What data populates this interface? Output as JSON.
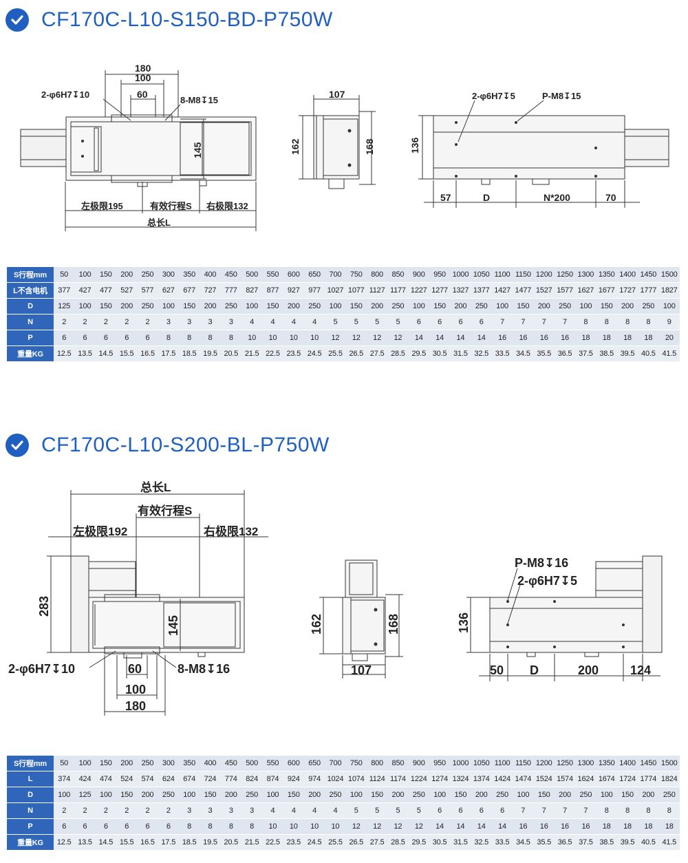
{
  "colors": {
    "accent": "#1f5fbf",
    "table_header": "#2f66b9",
    "table_row": "#dfe6ef"
  },
  "section1": {
    "title": "CF170C-L10-S150-BD-P750W",
    "dims": {
      "top_180": "180",
      "top_100": "100",
      "top_60": "60",
      "hole_note": "2-φ6H7↧10",
      "thread_note": "8-M8↧15",
      "inner_145": "145",
      "left_limit": "左极限195",
      "stroke": "有效行程S",
      "right_limit": "右极限132",
      "total": "总长L",
      "side_107": "107",
      "side_162": "162",
      "side_168": "168",
      "bottom_hole": "2-φ6H7↧5",
      "bottom_thread": "P-M8↧15",
      "bottom_136": "136",
      "bottom_57": "57",
      "bottom_d": "D",
      "bottom_n": "N*200",
      "bottom_70": "70"
    },
    "table": [
      {
        "label": "S行程mm",
        "values": [
          "50",
          "100",
          "150",
          "200",
          "250",
          "300",
          "350",
          "400",
          "450",
          "500",
          "550",
          "600",
          "650",
          "700",
          "750",
          "800",
          "850",
          "900",
          "950",
          "1000",
          "1050",
          "1100",
          "1150",
          "1200",
          "1250",
          "1300",
          "1350",
          "1400",
          "1450",
          "1500"
        ]
      },
      {
        "label": "L不含电机",
        "values": [
          "377",
          "427",
          "477",
          "527",
          "577",
          "627",
          "677",
          "727",
          "777",
          "827",
          "877",
          "927",
          "977",
          "1027",
          "1077",
          "1127",
          "1177",
          "1227",
          "1277",
          "1327",
          "1377",
          "1427",
          "1477",
          "1527",
          "1577",
          "1627",
          "1677",
          "1727",
          "1777",
          "1827"
        ]
      },
      {
        "label": "D",
        "values": [
          "125",
          "100",
          "150",
          "200",
          "250",
          "100",
          "150",
          "200",
          "250",
          "100",
          "150",
          "200",
          "250",
          "100",
          "150",
          "200",
          "250",
          "100",
          "150",
          "200",
          "250",
          "100",
          "150",
          "200",
          "250",
          "100",
          "150",
          "200",
          "250",
          "100"
        ]
      },
      {
        "label": "N",
        "values": [
          "2",
          "2",
          "2",
          "2",
          "2",
          "3",
          "3",
          "3",
          "3",
          "4",
          "4",
          "4",
          "4",
          "5",
          "5",
          "5",
          "5",
          "6",
          "6",
          "6",
          "6",
          "7",
          "7",
          "7",
          "7",
          "8",
          "8",
          "8",
          "8",
          "9"
        ]
      },
      {
        "label": "P",
        "values": [
          "6",
          "6",
          "6",
          "6",
          "6",
          "8",
          "8",
          "8",
          "8",
          "10",
          "10",
          "10",
          "10",
          "12",
          "12",
          "12",
          "12",
          "14",
          "14",
          "14",
          "14",
          "16",
          "16",
          "16",
          "16",
          "18",
          "18",
          "18",
          "18",
          "20"
        ]
      },
      {
        "label": "重量KG",
        "values": [
          "12.5",
          "13.5",
          "14.5",
          "15.5",
          "16.5",
          "17.5",
          "18.5",
          "19.5",
          "20.5",
          "21.5",
          "22.5",
          "23.5",
          "24.5",
          "25.5",
          "26.5",
          "27.5",
          "28.5",
          "29.5",
          "30.5",
          "31.5",
          "32.5",
          "33.5",
          "34.5",
          "35.5",
          "36.5",
          "37.5",
          "38.5",
          "39.5",
          "40.5",
          "41.5"
        ]
      }
    ]
  },
  "section2": {
    "title": "CF170C-L10-S200-BL-P750W",
    "dims": {
      "total": "总长L",
      "stroke": "有效行程S",
      "left_limit": "左极限192",
      "right_limit": "右极限132",
      "height_283": "283",
      "inner_145": "145",
      "hole_note": "2-φ6H7↧10",
      "thread_note": "8-M8↧16",
      "bot_60": "60",
      "bot_100": "100",
      "bot_180": "180",
      "side_162": "162",
      "side_168": "168",
      "side_107": "107",
      "b_thread": "P-M8↧16",
      "b_hole": "2-φ6H7↧5",
      "b_136": "136",
      "b_50": "50",
      "b_d": "D",
      "b_200": "200",
      "b_124": "124"
    },
    "table": [
      {
        "label": "S行程mm",
        "values": [
          "50",
          "100",
          "150",
          "200",
          "250",
          "300",
          "350",
          "400",
          "450",
          "500",
          "550",
          "600",
          "650",
          "700",
          "750",
          "800",
          "850",
          "900",
          "950",
          "1000",
          "1050",
          "1100",
          "1150",
          "1200",
          "1250",
          "1300",
          "1350",
          "1400",
          "1450",
          "1500"
        ]
      },
      {
        "label": "L",
        "values": [
          "374",
          "424",
          "474",
          "524",
          "574",
          "624",
          "674",
          "724",
          "774",
          "824",
          "874",
          "924",
          "974",
          "1024",
          "1074",
          "1124",
          "1174",
          "1224",
          "1274",
          "1324",
          "1374",
          "1424",
          "1474",
          "1524",
          "1574",
          "1624",
          "1674",
          "1724",
          "1774",
          "1824"
        ]
      },
      {
        "label": "D",
        "values": [
          "100",
          "125",
          "100",
          "150",
          "200",
          "250",
          "100",
          "150",
          "200",
          "250",
          "100",
          "150",
          "200",
          "250",
          "100",
          "150",
          "200",
          "250",
          "100",
          "150",
          "200",
          "250",
          "100",
          "150",
          "200",
          "250",
          "100",
          "150",
          "200",
          "250"
        ]
      },
      {
        "label": "N",
        "values": [
          "2",
          "2",
          "2",
          "2",
          "2",
          "2",
          "3",
          "3",
          "3",
          "3",
          "4",
          "4",
          "4",
          "4",
          "5",
          "5",
          "5",
          "5",
          "6",
          "6",
          "6",
          "6",
          "7",
          "7",
          "7",
          "7",
          "8",
          "8",
          "8",
          "8"
        ]
      },
      {
        "label": "P",
        "values": [
          "6",
          "6",
          "6",
          "6",
          "6",
          "6",
          "8",
          "8",
          "8",
          "8",
          "10",
          "10",
          "10",
          "10",
          "12",
          "12",
          "12",
          "12",
          "14",
          "14",
          "14",
          "14",
          "16",
          "16",
          "16",
          "16",
          "18",
          "18",
          "18",
          "18"
        ]
      },
      {
        "label": "重量KG",
        "values": [
          "12.5",
          "13.5",
          "14.5",
          "15.5",
          "16.5",
          "17.5",
          "18.5",
          "19.5",
          "20.5",
          "21.5",
          "22.5",
          "23.5",
          "24.5",
          "25.5",
          "26.5",
          "27.5",
          "28.5",
          "29.5",
          "30.5",
          "31.5",
          "32.5",
          "33.5",
          "34.5",
          "35.5",
          "36.5",
          "37.5",
          "38.5",
          "39.5",
          "40.5",
          "41.5"
        ]
      }
    ]
  }
}
